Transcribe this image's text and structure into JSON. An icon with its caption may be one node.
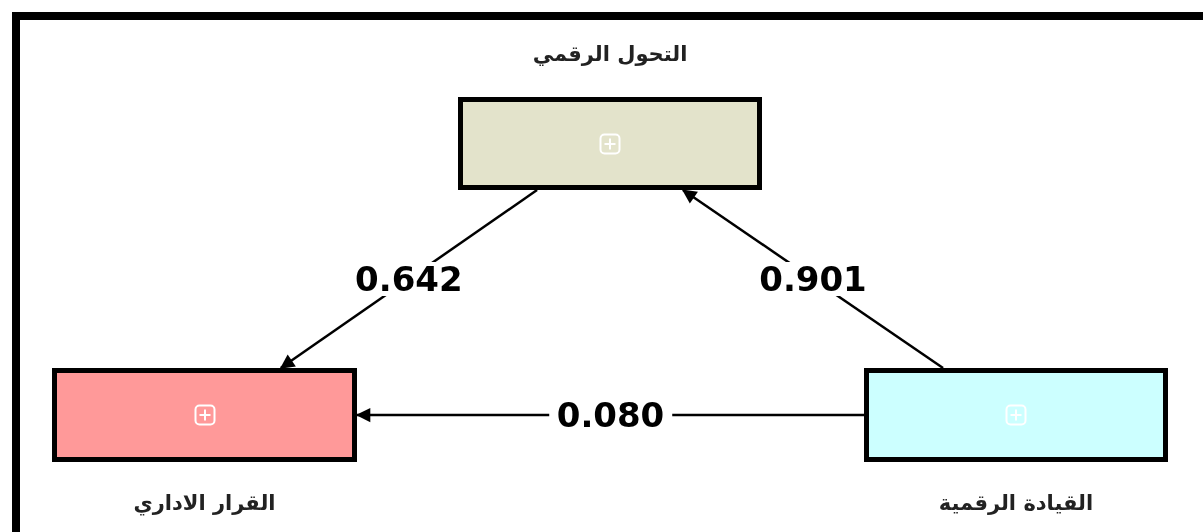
{
  "diagram": {
    "nodes": [
      {
        "text": [
          "التحول الرقمي"
        ]
      },
      {
        "text": [
          "القرار الاداري"
        ]
      },
      {
        "text": [
          "القيادة الرقمية"
        ]
      }
    ],
    "edges": [
      {
        "from": 0,
        "to": 1,
        "arrow": "to",
        "label": "0.642"
      },
      {
        "from": 2,
        "to": 0,
        "arrow": "to",
        "label": "0.901"
      },
      {
        "from": 2,
        "to": 1,
        "arrow": "to",
        "label": "0.080"
      }
    ]
  }
}
